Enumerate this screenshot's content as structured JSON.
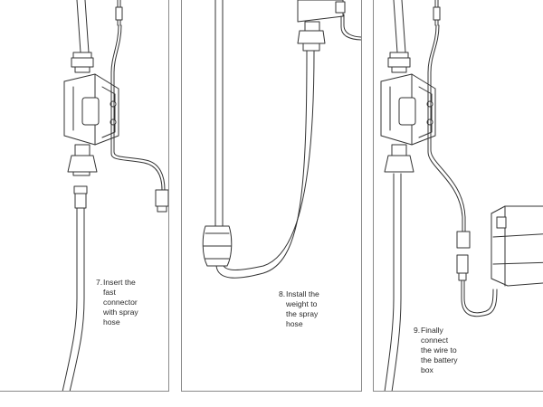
{
  "steps": [
    {
      "number": "7.",
      "text": "Insert the\nfast\nconnector\nwith spray\nhose"
    },
    {
      "number": "8.",
      "text": "Install the\nweight to\nthe spray\nhose"
    },
    {
      "number": "9.",
      "text": "Finally\nconnect\nthe wire to\nthe battery\nbox"
    }
  ]
}
